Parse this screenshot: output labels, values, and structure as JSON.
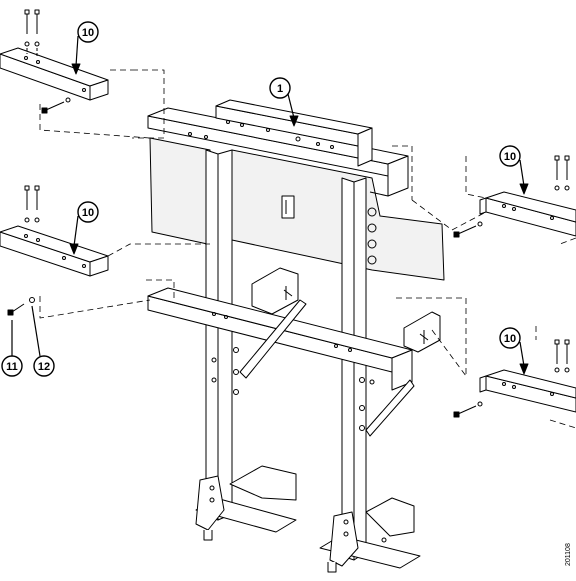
{
  "figure": {
    "callouts": {
      "frame": "1",
      "rail_top_left": "10",
      "rail_mid_left": "10",
      "rail_top_right": "10",
      "rail_bottom_right": "10",
      "screw": "11",
      "washer": "12"
    },
    "figure_id": "201108"
  },
  "colors": {
    "line": "#000000",
    "fill": "#ffffff",
    "panel": "#eeeeee"
  }
}
